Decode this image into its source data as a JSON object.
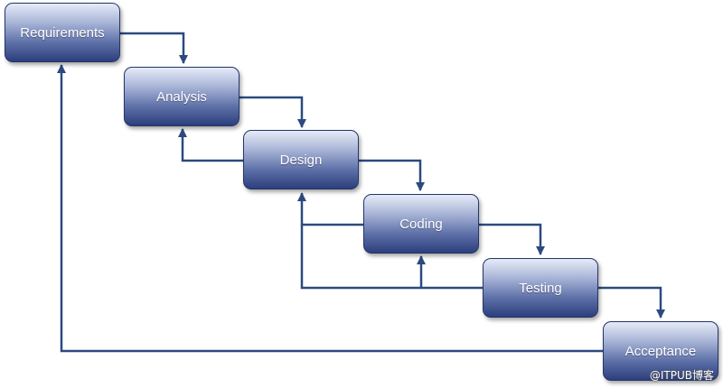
{
  "stages": [
    {
      "id": "requirements",
      "label": "Requirements"
    },
    {
      "id": "analysis",
      "label": "Analysis"
    },
    {
      "id": "design",
      "label": "Design"
    },
    {
      "id": "coding",
      "label": "Coding"
    },
    {
      "id": "testing",
      "label": "Testing"
    },
    {
      "id": "acceptance",
      "label": "Acceptance"
    }
  ],
  "edges": [
    {
      "from": "requirements",
      "to": "analysis",
      "kind": "forward"
    },
    {
      "from": "analysis",
      "to": "design",
      "kind": "forward"
    },
    {
      "from": "design",
      "to": "coding",
      "kind": "forward"
    },
    {
      "from": "coding",
      "to": "testing",
      "kind": "forward"
    },
    {
      "from": "testing",
      "to": "acceptance",
      "kind": "forward"
    },
    {
      "from": "design",
      "to": "analysis",
      "kind": "feedback"
    },
    {
      "from": "coding",
      "to": "design",
      "kind": "feedback"
    },
    {
      "from": "testing",
      "to": "design",
      "kind": "feedback"
    },
    {
      "from": "testing",
      "to": "coding",
      "kind": "feedback"
    },
    {
      "from": "acceptance",
      "to": "requirements",
      "kind": "feedback"
    }
  ],
  "colors": {
    "line": "#2c4a80",
    "box_border": "#24356b",
    "box_text": "#ffffff"
  },
  "watermark": "@ITPUB博客"
}
